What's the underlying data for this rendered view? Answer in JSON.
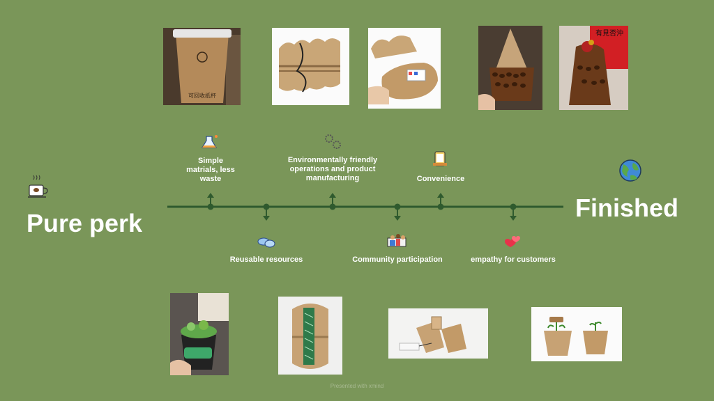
{
  "left_title": "Pure perk",
  "right_title": "Finished",
  "milestones": {
    "above": [
      {
        "label": "Simple matrials, less waste",
        "icon": "flask-icon"
      },
      {
        "label": "Environmentally friendly operations and product manufacturing",
        "icon": "gears-icon"
      },
      {
        "label": "Convenience",
        "icon": "phone-icon"
      }
    ],
    "below": [
      {
        "label": "Reusable resources",
        "icon": "cloud-icon"
      },
      {
        "label": "Community participation",
        "icon": "people-icon"
      },
      {
        "label": "empathy for customers",
        "icon": "hearts-icon"
      }
    ]
  },
  "icons": {
    "start": "coffee-cup-icon",
    "end": "globe-icon"
  },
  "photos_top": [
    {
      "name": "paper-coffee-cup-photo",
      "caption": "可回收纸杯"
    },
    {
      "name": "egg-tray-stack-photo"
    },
    {
      "name": "egg-tray-open-photo"
    },
    {
      "name": "coffee-bean-cone-photo"
    },
    {
      "name": "coffee-bean-tree-photo",
      "caption": "有見否沖"
    }
  ],
  "photos_bottom": [
    {
      "name": "succulent-cup-photo"
    },
    {
      "name": "pulp-pot-tag-photo"
    },
    {
      "name": "pulp-pots-tag-photo"
    },
    {
      "name": "seedling-pots-photo"
    }
  ],
  "colors": {
    "background": "#7a9659",
    "line": "#2f5a2e",
    "text": "#ffffff"
  },
  "footer": "Presented with xmind"
}
